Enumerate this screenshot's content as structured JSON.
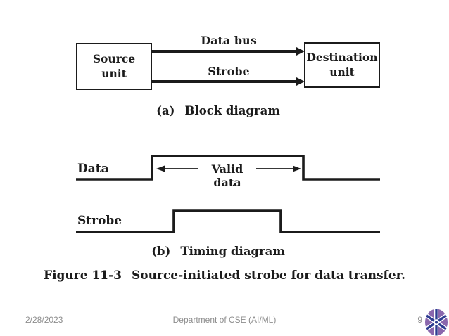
{
  "block_diagram": {
    "source_unit": {
      "line1": "Source",
      "line2": "unit"
    },
    "destination_unit": {
      "line1": "Destination",
      "line2": "unit"
    },
    "arrows": [
      {
        "label": "Data bus",
        "from": "Source unit",
        "to": "Destination unit"
      },
      {
        "label": "Strobe",
        "from": "Source unit",
        "to": "Destination unit"
      }
    ],
    "caption": {
      "index": "(a)",
      "title": "Block diagram"
    }
  },
  "timing_diagram": {
    "signals": [
      {
        "label": "Data",
        "annotation": "Valid data"
      },
      {
        "label": "Strobe",
        "annotation": ""
      }
    ],
    "caption": {
      "index": "(b)",
      "title": "Timing diagram"
    }
  },
  "figure_caption": {
    "number": "Figure 11-3",
    "text": "Source-initiated strobe for data transfer."
  },
  "footer": {
    "date": "2/28/2023",
    "department": "Department of CSE (AI/ML)",
    "page": "9"
  },
  "logo": {
    "name": "institution-emblem",
    "purple": "#8a67ad",
    "blue": "#2e3d91"
  },
  "colors": {
    "ink": "#1b1b1b",
    "footer_text": "#8d8d8d",
    "background": "#ffffff"
  }
}
